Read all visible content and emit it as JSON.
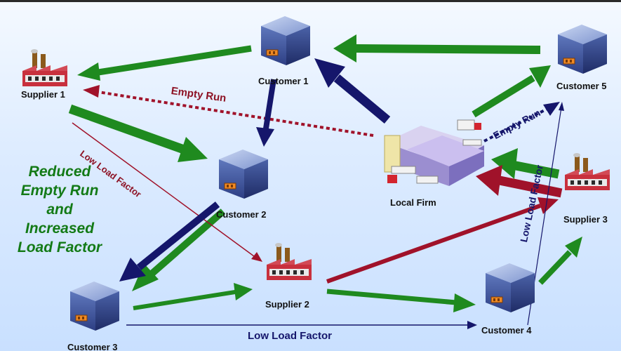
{
  "nodes": {
    "customer1": {
      "label": "Customer 1",
      "icon": "cube-icon"
    },
    "customer2": {
      "label": "Customer 2",
      "icon": "cube-icon"
    },
    "customer3": {
      "label": "Customer 3",
      "icon": "cube-icon"
    },
    "customer4": {
      "label": "Customer 4",
      "icon": "cube-icon"
    },
    "customer5": {
      "label": "Customer 5",
      "icon": "cube-icon"
    },
    "supplier1": {
      "label": "Supplier 1",
      "icon": "factory-icon"
    },
    "supplier2": {
      "label": "Supplier 2",
      "icon": "factory-icon"
    },
    "supplier3": {
      "label": "Supplier 3",
      "icon": "factory-icon"
    },
    "local_firm": {
      "label": "Local Firm",
      "icon": "warehouse-truck-icon"
    }
  },
  "flow_labels": {
    "empty_run_top": "Empty Run",
    "empty_run_right": "Empty Run",
    "low_load_diag": "Low Load Factor",
    "low_load_vertical": "Low Load Factor",
    "low_load_bottom": "Low Load Factor"
  },
  "banner": {
    "line1": "Reduced",
    "line2": "Empty Run",
    "line3": "and",
    "line4": "Increased",
    "line5": "Load Factor"
  },
  "colors": {
    "green_arrow": "#1f8a1f",
    "navy_arrow": "#15166b",
    "maroon_arrow": "#a0122a",
    "banner_text": "#137a16",
    "background": "#d6e8ff"
  }
}
